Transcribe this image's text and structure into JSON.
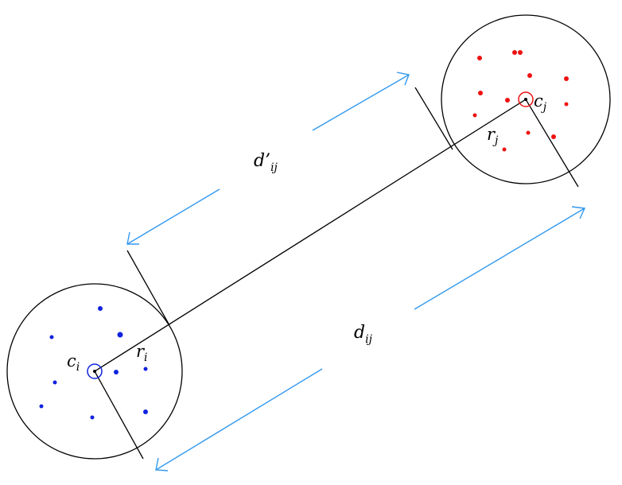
{
  "labels": {
    "center_i": {
      "base": "c",
      "sub": "i"
    },
    "center_j": {
      "base": "c",
      "sub": "j"
    },
    "radius_i": {
      "base": "r",
      "sub": "i"
    },
    "radius_j": {
      "base": "r",
      "sub": "j"
    },
    "distance_gap": {
      "base": "d’",
      "sub": "ij"
    },
    "distance_centers": {
      "base": "d",
      "sub": "ij"
    }
  },
  "colors": {
    "outline": "#000000",
    "arrow": "#3399ee",
    "cluster_i": "#1122dd",
    "cluster_j": "#ee1111"
  }
}
